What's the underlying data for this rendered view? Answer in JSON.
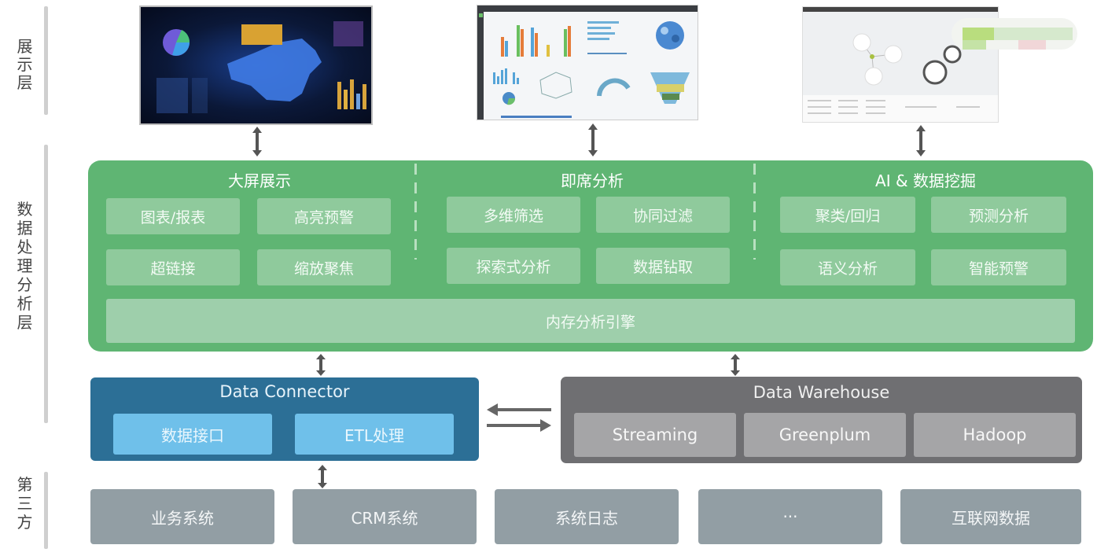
{
  "layers": {
    "presentation": "展示层",
    "processing": "数据处理分析层",
    "third_party": "第三方"
  },
  "presentation_screens": [
    {
      "name": "big-screen-dashboard",
      "theme": "dark"
    },
    {
      "name": "adhoc-analysis-dashboard",
      "theme": "light"
    },
    {
      "name": "ai-mining-graph",
      "theme": "light"
    }
  ],
  "processing": {
    "sections": [
      {
        "title": "大屏展示",
        "items": [
          "图表/报表",
          "高亮预警",
          "超链接",
          "缩放聚焦"
        ]
      },
      {
        "title": "即席分析",
        "items": [
          "多维筛选",
          "协同过滤",
          "探索式分析",
          "数据钻取"
        ]
      },
      {
        "title": "AI & 数据挖掘",
        "items": [
          "聚类/回归",
          "预测分析",
          "语义分析",
          "智能预警"
        ]
      }
    ],
    "engine": "内存分析引擎"
  },
  "connector": {
    "title": "Data Connector",
    "items": [
      "数据接口",
      "ETL处理"
    ]
  },
  "warehouse": {
    "title": "Data Warehouse",
    "items": [
      "Streaming",
      "Greenplum",
      "Hadoop"
    ]
  },
  "sources": [
    "业务系统",
    "CRM系统",
    "系统日志",
    "···",
    "互联网数据"
  ],
  "colors": {
    "green_block": "#5fb573",
    "green_item": "#8fca9c",
    "engine": "#9ecfab",
    "connector": "#2c6f96",
    "connector_item": "#6fc0ea",
    "warehouse": "#6f6f72",
    "warehouse_item": "#a5a5a7",
    "source": "#929ea4",
    "arrow": "#555555"
  }
}
